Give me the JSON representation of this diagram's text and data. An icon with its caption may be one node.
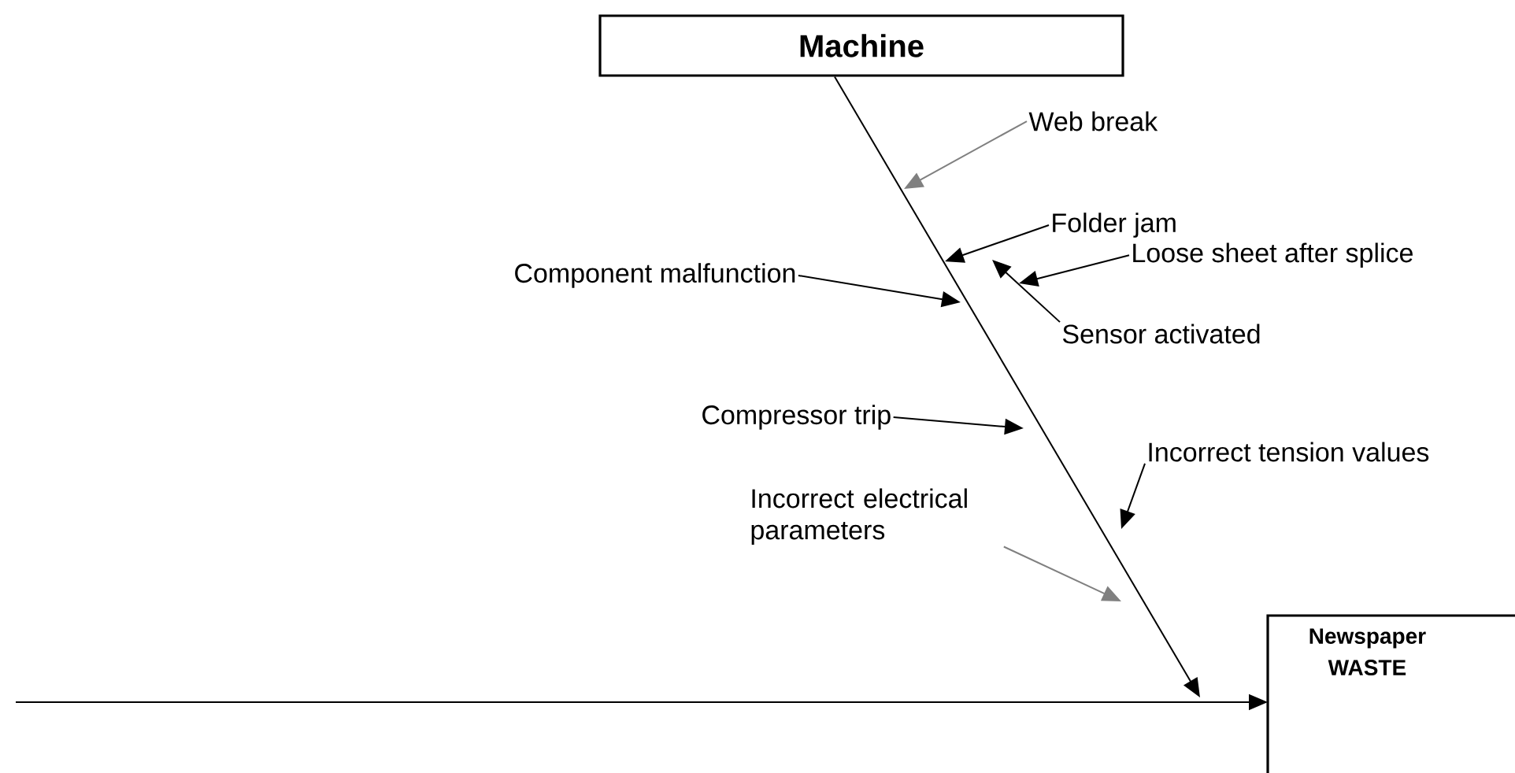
{
  "diagram": {
    "nodes": [
      {
        "text": [
          "Machine"
        ]
      },
      {
        "text": [
          "Web break"
        ]
      },
      {
        "text": [
          "Folder jam"
        ]
      },
      {
        "text": [
          "Loose sheet after splice"
        ]
      },
      {
        "text": [
          "Component malfunction"
        ]
      },
      {
        "text": [
          "Sensor activated"
        ]
      },
      {
        "text": [
          "Compressor trip"
        ]
      },
      {
        "text": [
          "Incorrect tension values"
        ]
      },
      {
        "text": [
          "Incorrect electrical parameters"
        ]
      },
      {
        "text": [
          "Newspaper WASTE"
        ]
      }
    ],
    "edges": [
      {
        "from": 0,
        "to": null,
        "arrow": "to"
      },
      {
        "from": null,
        "to": 9,
        "arrow": "to"
      },
      {
        "from": 1,
        "to": null,
        "arrow": "to",
        "color": "#808080"
      },
      {
        "from": 2,
        "to": null,
        "arrow": "to"
      },
      {
        "from": 3,
        "to": null,
        "arrow": "to"
      },
      {
        "from": 4,
        "to": null,
        "arrow": "to"
      },
      {
        "from": 5,
        "to": null,
        "arrow": "to"
      },
      {
        "from": 6,
        "to": null,
        "arrow": "to"
      },
      {
        "from": 7,
        "to": null,
        "arrow": "to"
      },
      {
        "from": 8,
        "to": null,
        "arrow": "to",
        "color": "#808080"
      }
    ]
  }
}
